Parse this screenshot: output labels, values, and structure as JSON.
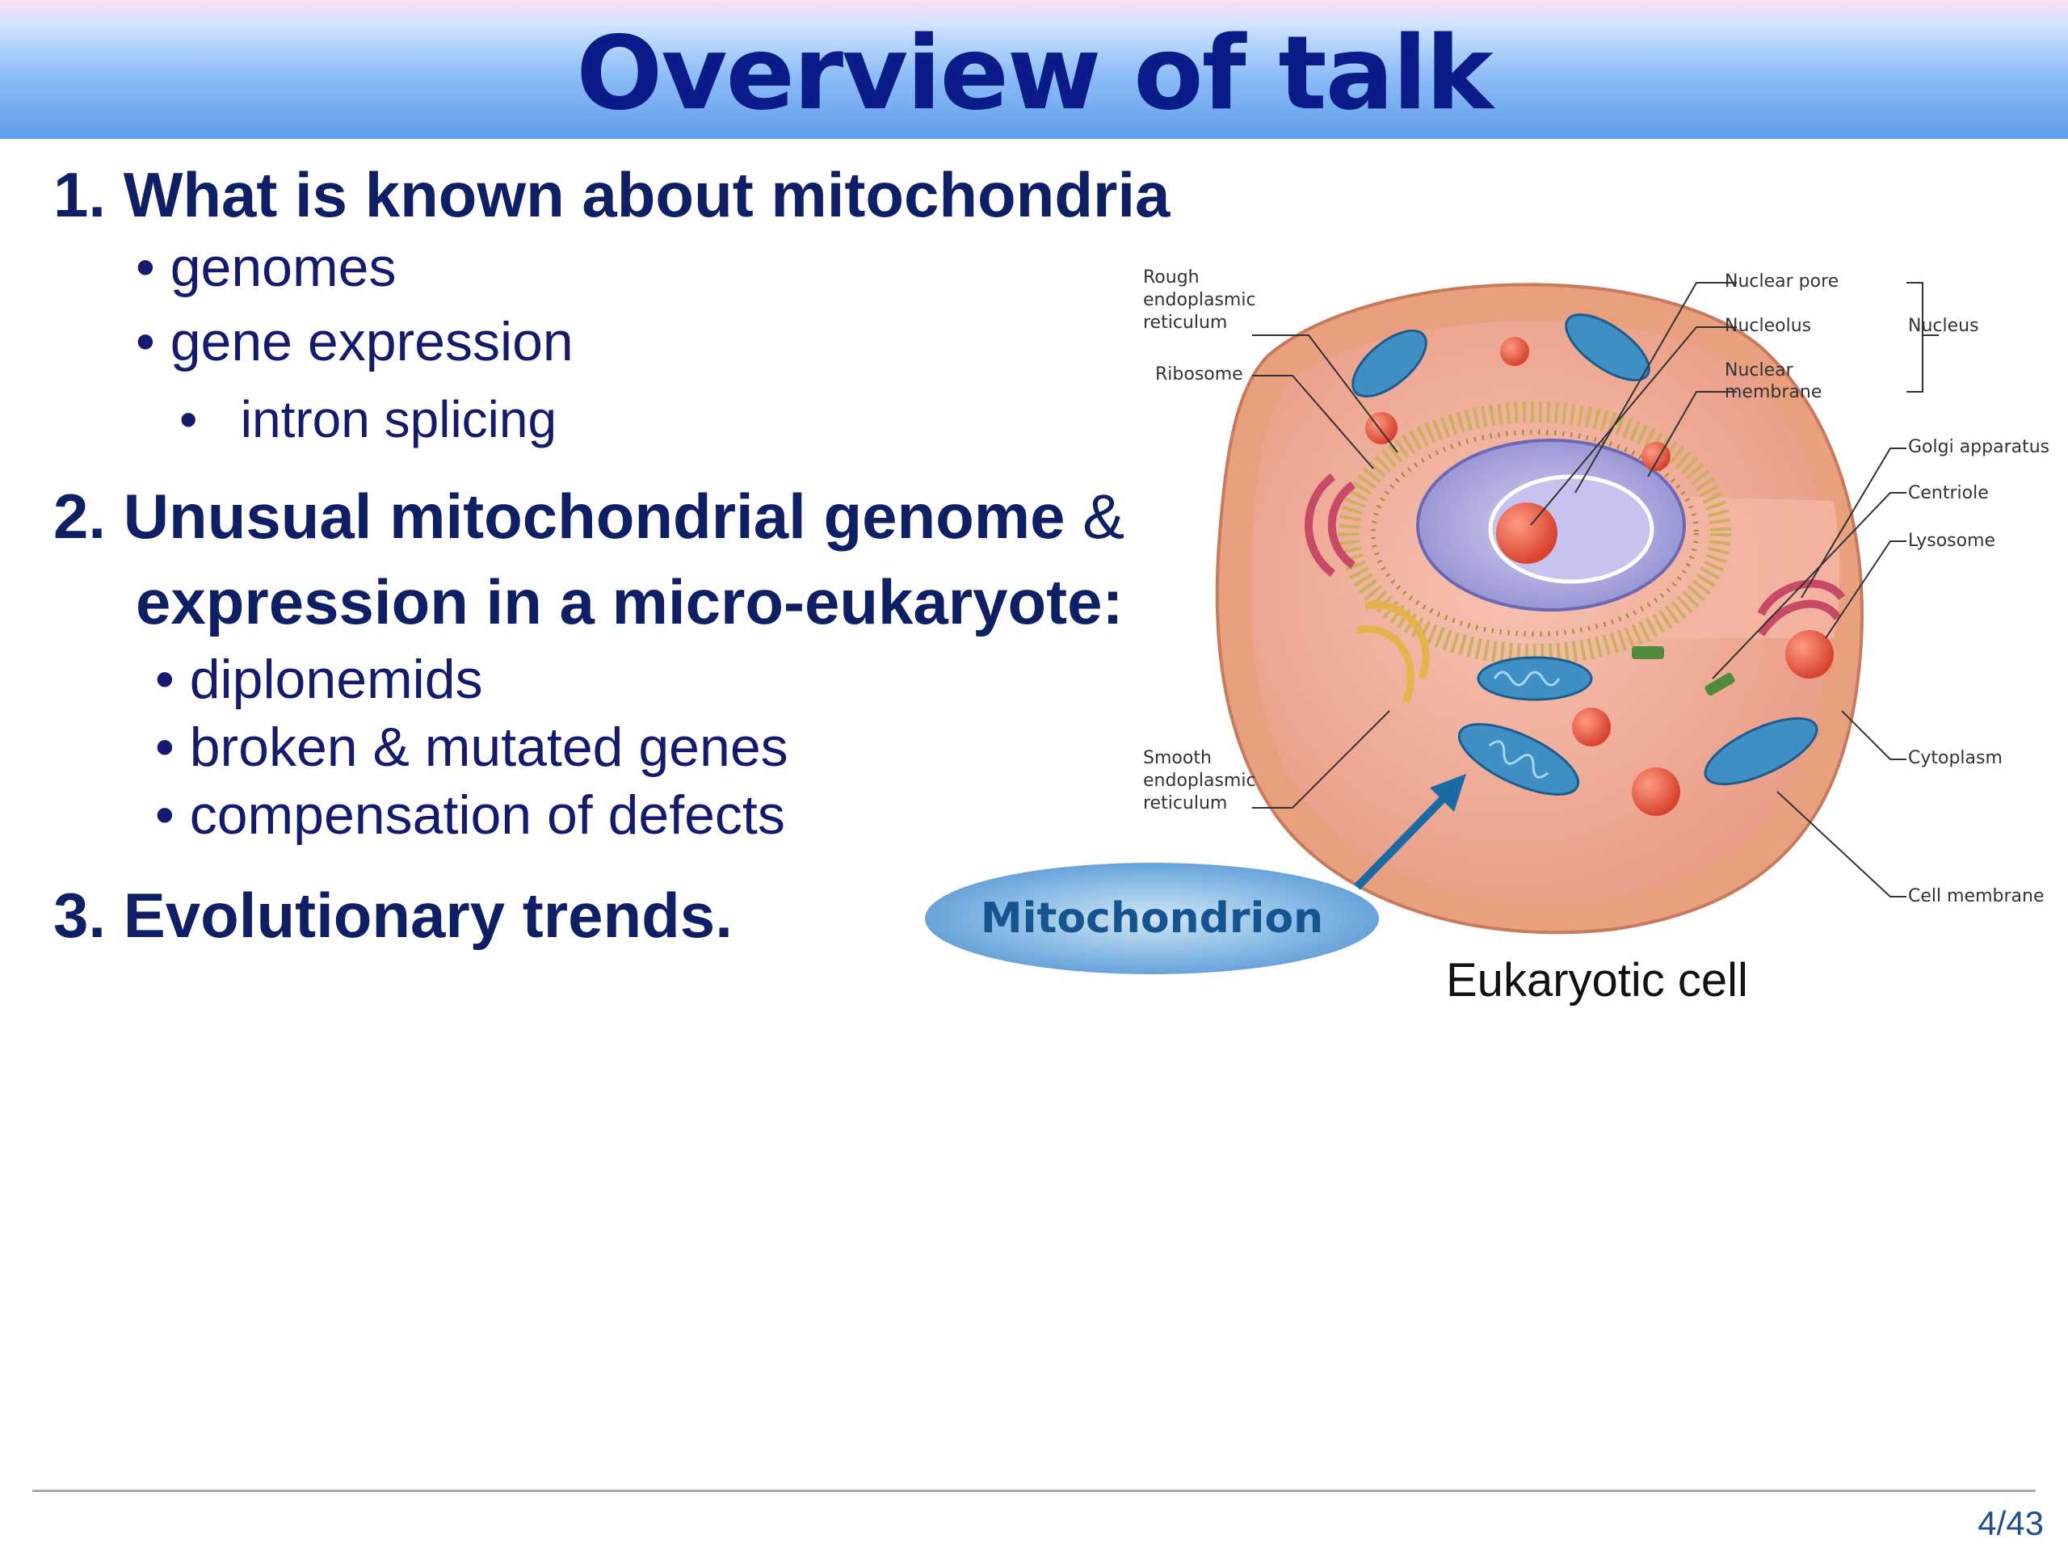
{
  "slide": {
    "title": "Overview of talk",
    "section1": {
      "heading": "1. What is known about mitochondria",
      "bullets": [
        "genomes",
        "gene expression"
      ],
      "subbullets": [
        "intron splicing"
      ]
    },
    "section2": {
      "heading_line1_bold": "2. Unusual mitochondrial genome",
      "heading_line1_amp": "&",
      "heading_line2": "expression in a micro-eukaryote:",
      "bullets": [
        "diplonemids",
        "broken & mutated genes",
        "compensation of defects"
      ]
    },
    "section3": {
      "heading": "3. Evolutionary trends."
    },
    "figure": {
      "callout": "Mitochondrion",
      "caption": "Eukaryotic cell",
      "labels": {
        "rough_er": [
          "Rough",
          "endoplasmic",
          "reticulum"
        ],
        "ribosome": "Ribosome",
        "smooth_er": [
          "Smooth",
          "endoplasmic",
          "reticulum"
        ],
        "nuclear_pore": "Nuclear pore",
        "nucleolus": "Nucleolus",
        "nuclear_membrane": [
          "Nuclear",
          "membrane"
        ],
        "nucleus": "Nucleus",
        "golgi": "Golgi apparatus",
        "centriole": "Centriole",
        "lysosome": "Lysosome",
        "cytoplasm": "Cytoplasm",
        "cell_membrane": "Cell membrane"
      }
    },
    "page": "4/43"
  }
}
